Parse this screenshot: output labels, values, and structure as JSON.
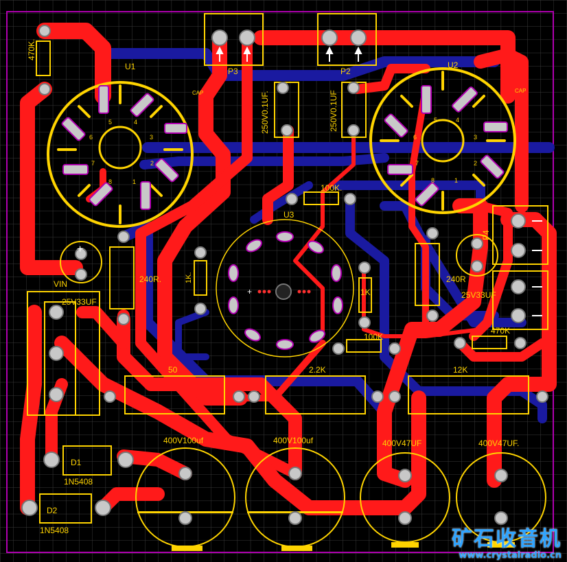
{
  "board": {
    "background": "#000000",
    "grid_color": "#3a3a3a",
    "outline_color": "#b000b0",
    "top_copper": "#ff1a1a",
    "bottom_copper": "#1a1aa0",
    "silkscreen": "#ffd400",
    "pad": "#c8c8c8"
  },
  "labels": {
    "u1": "U1",
    "u2": "U2",
    "u3": "U3",
    "p2": "P2",
    "p3": "P3",
    "p4": "P4",
    "cap_left": "CAP",
    "cap_right": "CAP",
    "pin1": "1",
    "pin2": "2",
    "pin3": "3",
    "pin4": "4",
    "pin5": "5",
    "pin6": "6",
    "pin7": "7",
    "pin8": "8",
    "r470k_left": "470K.",
    "r470k_right": "470K",
    "c250_left": "250V0.1UF.",
    "c250_right": "250V0.1UF",
    "r100k_top": "100K.",
    "r100k_bottom": "100K",
    "r1k_left": "1K.",
    "r1k_right": "1K",
    "r240_left": "240R.",
    "r240_right": "240R",
    "c25_left": "25V33UF",
    "c25_right": "25V33UF",
    "vin": "VIN",
    "r50": "50",
    "r2_2k": "2.2K",
    "r12k": "12K",
    "c400_1": "400V100uf",
    "c400_2": "400V100uf",
    "c400_3": "400V47UF",
    "c400_4": "400V47UF.",
    "d1": "D1",
    "d2": "D2",
    "d1_part": "1N5408",
    "d2_part": "1N5408",
    "plus": "+"
  },
  "watermark": {
    "title": "矿石收音机",
    "url": "www.crystalradio.cn"
  }
}
